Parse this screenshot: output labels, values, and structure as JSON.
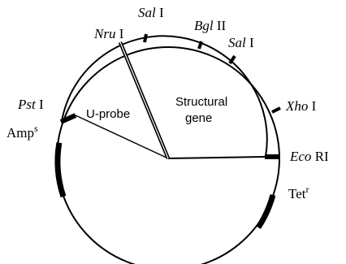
{
  "sites": {
    "nru": {
      "enzyme": "Nru",
      "numeral": "I"
    },
    "sal1": {
      "enzyme": "Sal",
      "numeral": "I"
    },
    "bgl": {
      "enzyme": "Bgl",
      "numeral": "II"
    },
    "sal2": {
      "enzyme": "Sal",
      "numeral": "I"
    },
    "xho": {
      "enzyme": "Xho",
      "numeral": "I"
    },
    "eco": {
      "enzyme": "Eco",
      "numeral": "RI"
    },
    "pst": {
      "enzyme": "Pst",
      "numeral": "I"
    }
  },
  "genes": {
    "amp": {
      "name": "Amp",
      "sup": "s"
    },
    "tet": {
      "name": "Tet",
      "sup": "r"
    }
  },
  "regions": {
    "u_probe": "U-probe",
    "structural_line1": "Structural",
    "structural_line2": "gene"
  }
}
